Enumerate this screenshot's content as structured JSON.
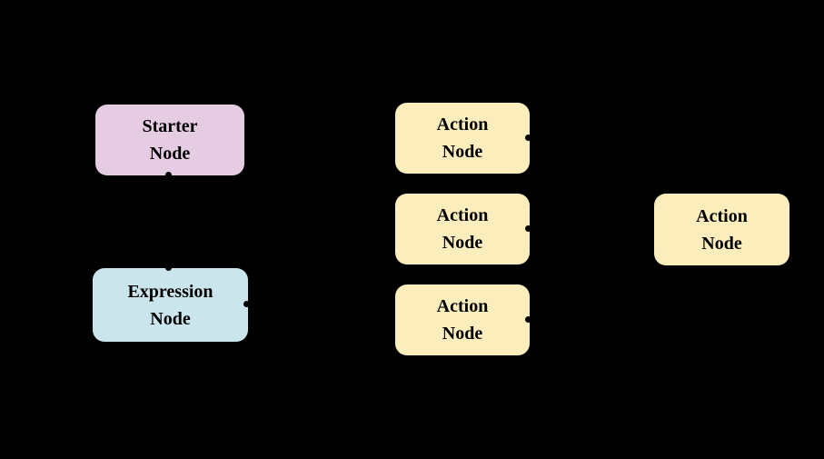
{
  "diagram": {
    "background_color": "#000000",
    "text_color": "#000000",
    "connector_color": "#000000",
    "nodes": [
      {
        "id": "starter-node",
        "type": "starter",
        "label": "Starter\nNode",
        "fill": "#E5CCE3"
      },
      {
        "id": "expression-node",
        "type": "expression",
        "label": "Expression\nNode",
        "fill": "#CBE5EC"
      },
      {
        "id": "action-node-1",
        "type": "action",
        "label": "Action\nNode",
        "fill": "#FCEDBC"
      },
      {
        "id": "action-node-2",
        "type": "action",
        "label": "Action\nNode",
        "fill": "#FCEDBC"
      },
      {
        "id": "action-node-3",
        "type": "action",
        "label": "Action\nNode",
        "fill": "#FCEDBC"
      },
      {
        "id": "action-node-4",
        "type": "action",
        "label": "Action\nNode",
        "fill": "#FCEDBC"
      }
    ]
  }
}
